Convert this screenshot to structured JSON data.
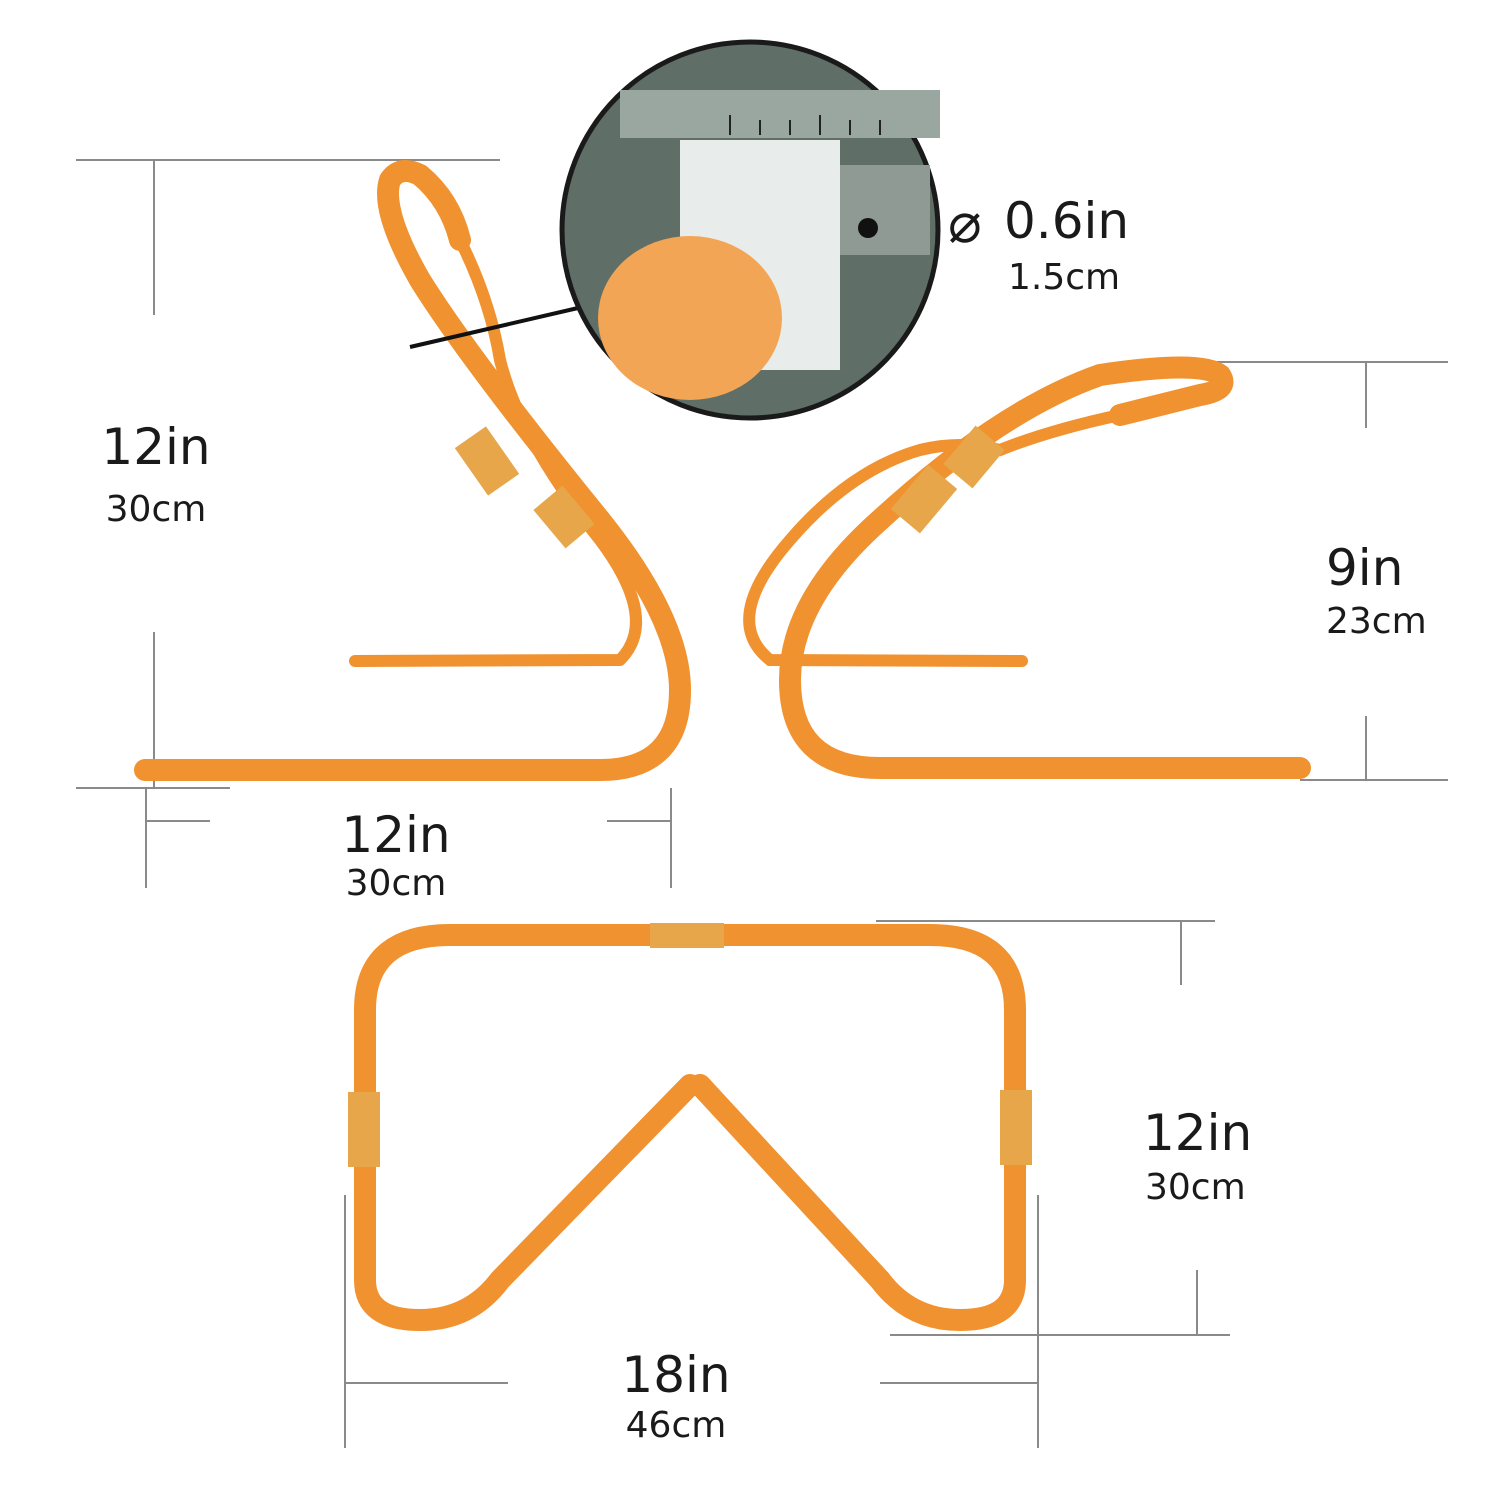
{
  "colors": {
    "tube": "#f0922f",
    "tube_dark": "#d97a1c",
    "sleeve": "#e8a64a",
    "dim_line": "#8a8a8a",
    "text": "#1a1a1a"
  },
  "side_view_left": {
    "height_in": "12in",
    "height_cm": "30cm",
    "width_in": "12in",
    "width_cm": "30cm"
  },
  "diameter": {
    "symbol": "⌀",
    "in": "0.6in",
    "cm": "1.5cm"
  },
  "side_view_right": {
    "height_in": "9in",
    "height_cm": "23cm"
  },
  "front_view": {
    "height_in": "12in",
    "height_cm": "30cm",
    "width_in": "18in",
    "width_cm": "46cm"
  }
}
